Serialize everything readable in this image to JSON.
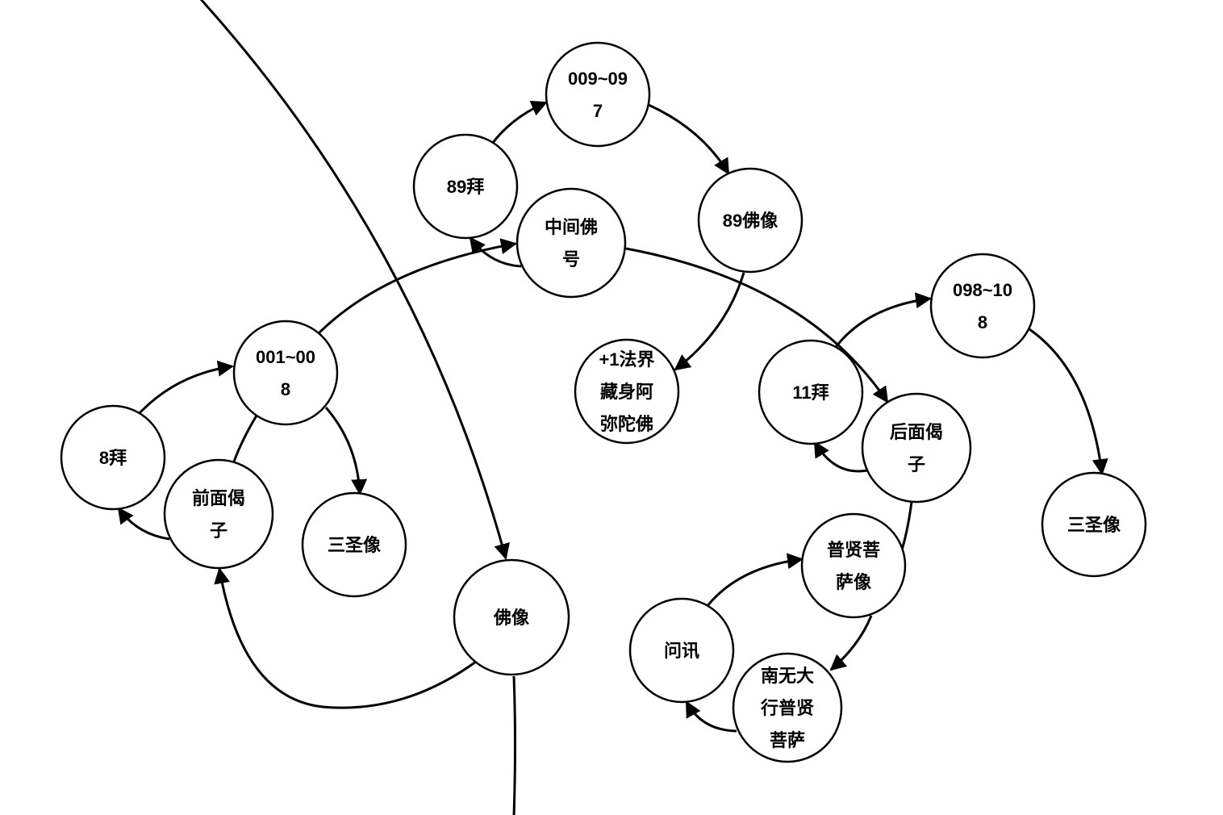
{
  "nodes": [
    {
      "id": "n8bai",
      "lines": [
        "8拜"
      ]
    },
    {
      "id": "n001",
      "lines": [
        "001~00",
        "8"
      ]
    },
    {
      "id": "nqianmian",
      "lines": [
        "前面偈",
        "子"
      ]
    },
    {
      "id": "nsansheng1",
      "lines": [
        "三圣像"
      ]
    },
    {
      "id": "nfoxiang",
      "lines": [
        "佛像"
      ]
    },
    {
      "id": "n89bai",
      "lines": [
        "89拜"
      ]
    },
    {
      "id": "n009",
      "lines": [
        "009~09",
        "7"
      ]
    },
    {
      "id": "nzhongjian",
      "lines": [
        "中间佛",
        "号"
      ]
    },
    {
      "id": "n89foxiang",
      "lines": [
        "89佛像"
      ]
    },
    {
      "id": "nfajie",
      "lines": [
        "+1法界",
        "藏身阿",
        "弥陀佛"
      ]
    },
    {
      "id": "n11bai",
      "lines": [
        "11拜"
      ]
    },
    {
      "id": "n098",
      "lines": [
        "098~10",
        "8"
      ]
    },
    {
      "id": "nhoumian",
      "lines": [
        "后面偈",
        "子"
      ]
    },
    {
      "id": "nsansheng2",
      "lines": [
        "三圣像"
      ]
    },
    {
      "id": "npuxian",
      "lines": [
        "普贤菩",
        "萨像"
      ]
    },
    {
      "id": "nwenxun",
      "lines": [
        "问讯"
      ]
    },
    {
      "id": "nnanwu",
      "lines": [
        "南无大",
        "行普贤",
        "菩萨"
      ]
    }
  ]
}
